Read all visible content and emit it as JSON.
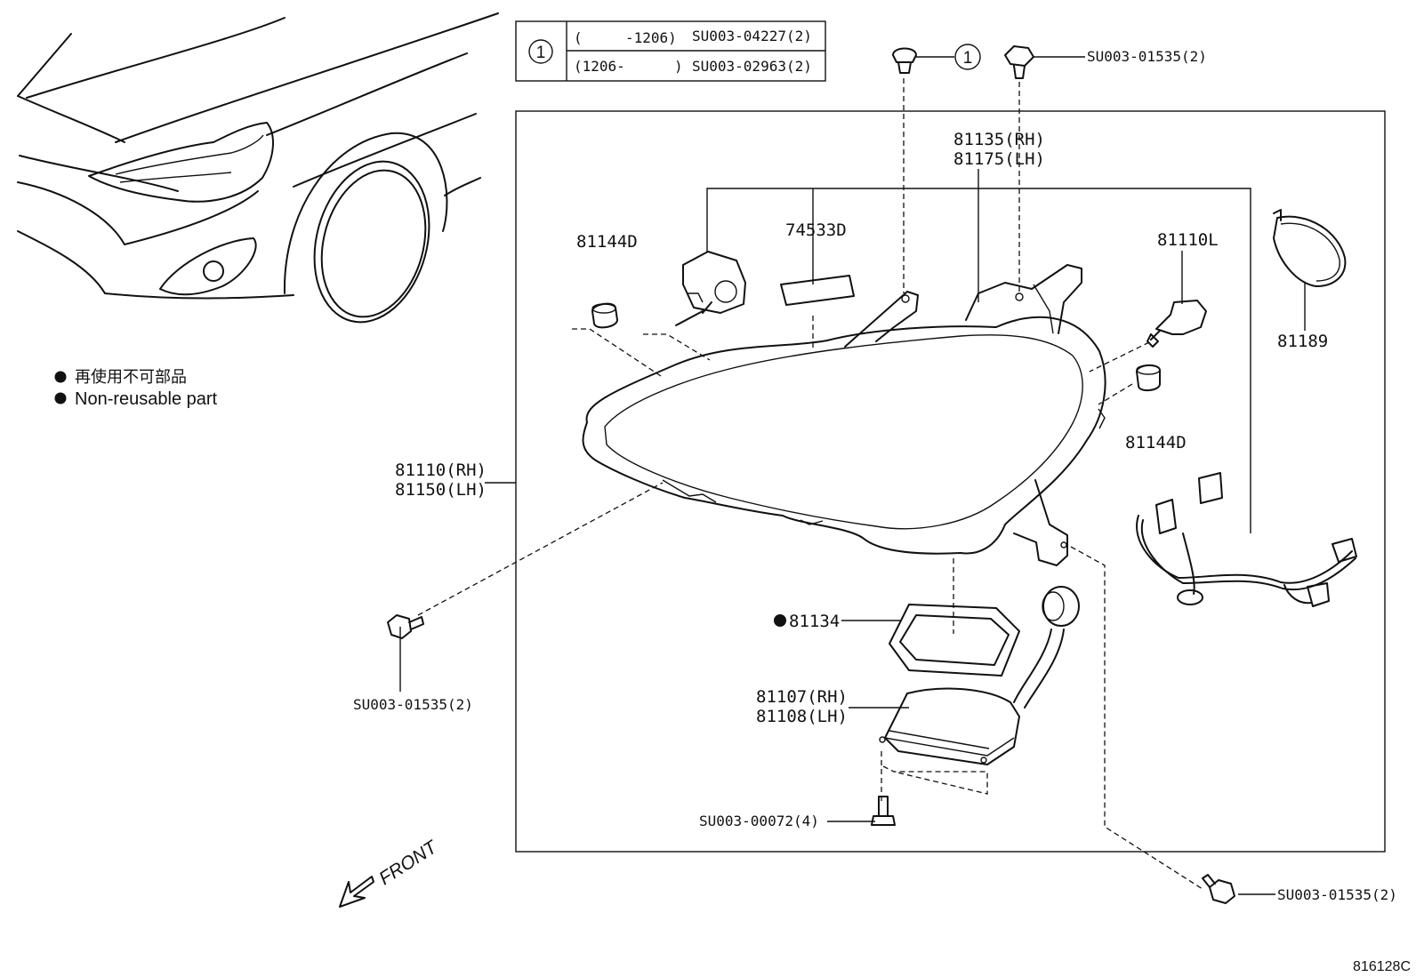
{
  "legend": {
    "mark_ja": "再使用不可部品",
    "mark_en": "Non-reusable part"
  },
  "ref_table": {
    "ref_mark": "1",
    "rows": [
      {
        "range_open": "(",
        "range_end": "-1206)",
        "code": "SU003-04227(2)"
      },
      {
        "range_open": "(1206-",
        "range_end": ")",
        "code": "SU003-02963(2)"
      }
    ]
  },
  "parts": {
    "clip_ref": "1",
    "bolt_top": "SU003-01535(2)",
    "bracket_rh": "81135(RH)",
    "bracket_lh": "81175(LH)",
    "cap_left": "81144D",
    "label_part": "74533D",
    "bulb": "81110L",
    "ring": "81189",
    "cap_right": "81144D",
    "headlamp_rh": "81110(RH)",
    "headlamp_lh": "81150(LH)",
    "gasket": "81134",
    "ballast_rh": "81107(RH)",
    "ballast_lh": "81108(LH)",
    "screw": "SU003-00072(4)",
    "bolt_left": "SU003-01535(2)",
    "bolt_bottom_right": "SU003-01535(2)"
  },
  "direction": "FRONT",
  "drawing_number": "816128C",
  "icons": [
    "bullet-dot-icon",
    "front-arrow-icon",
    "clip-icon",
    "bolt-icon",
    "screw-icon"
  ]
}
